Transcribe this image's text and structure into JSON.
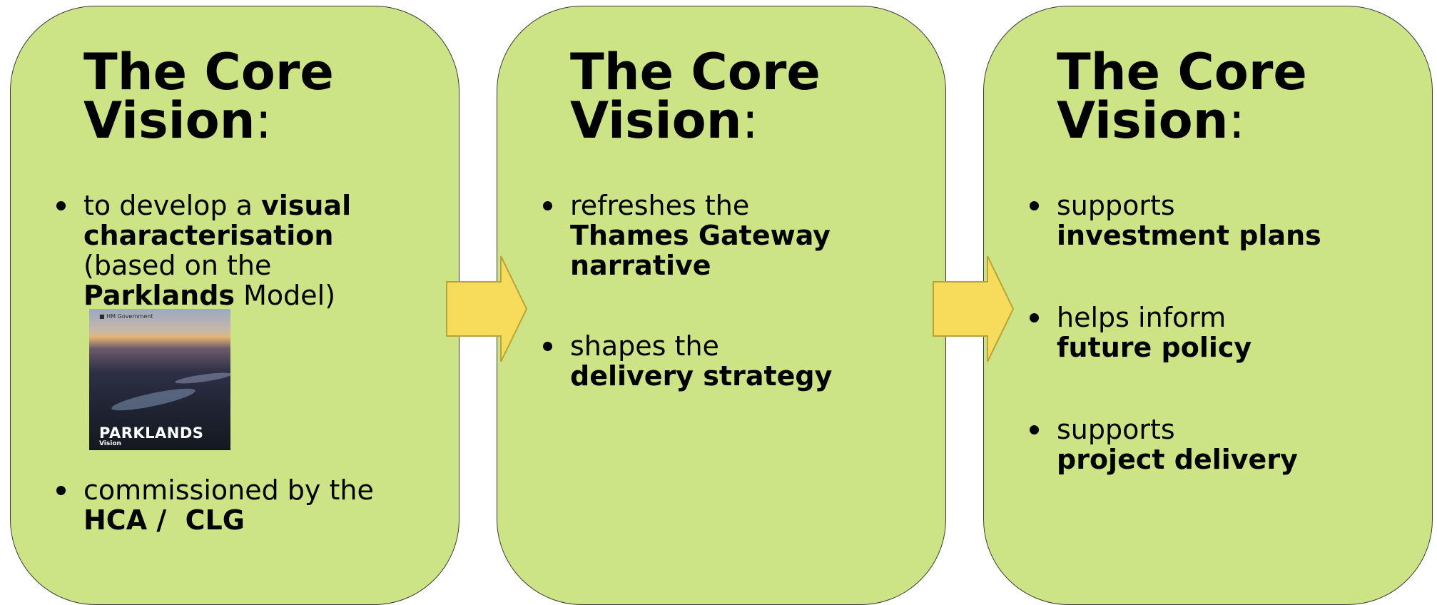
{
  "panels": [
    {
      "title_line1": "The Core",
      "title_line2": "Vision",
      "colon": ":",
      "bullet1": {
        "t1": "to develop a ",
        "t2": "visual",
        "t3": "characterisation",
        "t4": "(based on the",
        "t5": "Parklands",
        "t6": " Model)"
      },
      "image": {
        "brand": "■ HM Government",
        "title": "PARKLANDS",
        "subtitle": "Vision"
      },
      "bullet2": {
        "t1": "commissioned by the",
        "t2": "HCA /  CLG"
      }
    },
    {
      "title_line1": "The Core",
      "title_line2": "Vision",
      "colon": ":",
      "bullet1": {
        "t1": "refreshes the",
        "t2": "Thames Gateway",
        "t3": "narrative"
      },
      "bullet2": {
        "t1": "shapes the",
        "t2": "delivery strategy"
      }
    },
    {
      "title_line1": "The Core",
      "title_line2": "Vision",
      "colon": ":",
      "bullet1": {
        "t1": "supports",
        "t2": "investment plans"
      },
      "bullet2": {
        "t1": "helps inform",
        "t2": "future policy"
      },
      "bullet3": {
        "t1": "supports",
        "t2": "project delivery"
      }
    }
  ],
  "colors": {
    "panel_fill": "#cde486",
    "panel_border": "#3a3a3a",
    "arrow_fill": "#f7db5a",
    "arrow_stroke": "#b8a23a"
  }
}
